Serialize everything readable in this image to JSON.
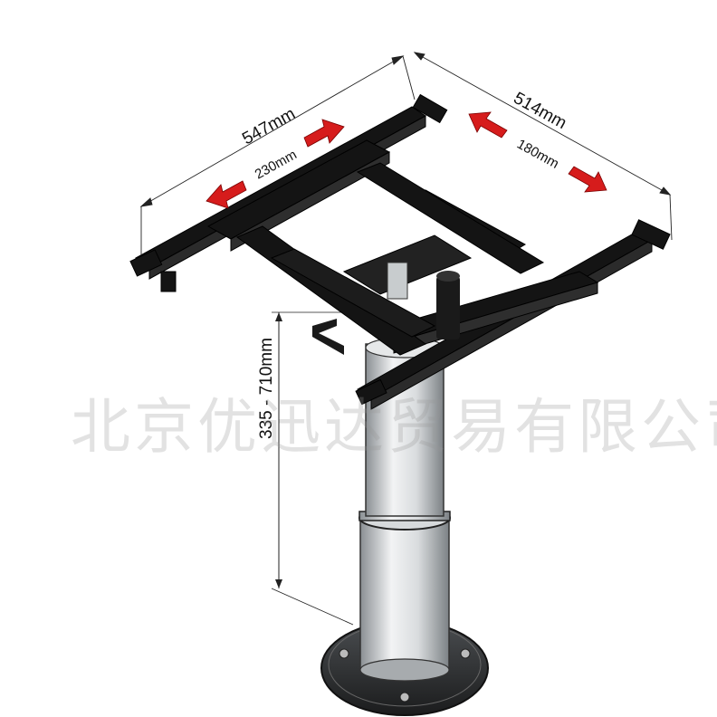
{
  "dimensions": {
    "top_width": "547mm",
    "top_depth": "514mm",
    "slide_x": "230mm",
    "slide_y": "180mm",
    "height": "335 - 710mm"
  },
  "watermark": "北京优迅达贸易有限公司",
  "colors": {
    "frame": "#111111",
    "arrow": "#d61c1c",
    "column": "#cfd3d6",
    "line": "#222222"
  }
}
